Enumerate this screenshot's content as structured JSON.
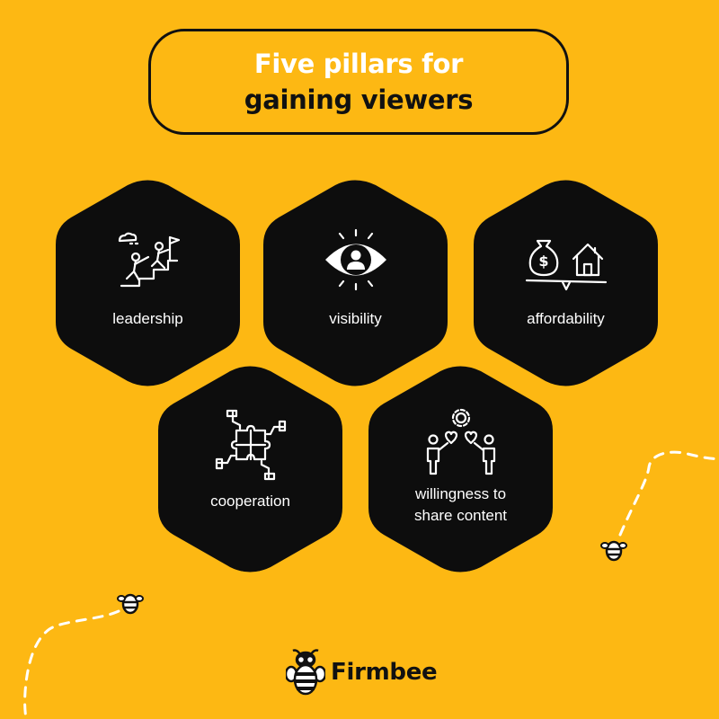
{
  "header": {
    "title_line1": "Five pillars for",
    "title_line2": "gaining viewers"
  },
  "pillars": [
    {
      "label": "leadership",
      "icon": "climbing-team-flag-icon"
    },
    {
      "label": "visibility",
      "icon": "eye-person-icon"
    },
    {
      "label": "affordability",
      "icon": "balance-money-house-icon"
    },
    {
      "label": "cooperation",
      "icon": "puzzle-hands-icon"
    },
    {
      "label_line1": "willingness to",
      "label_line2": "share content",
      "icon": "people-sharing-hearts-gear-icon"
    }
  ],
  "brand": {
    "name": "Firmbee",
    "logo_icon": "bee-logo-icon"
  },
  "colors": {
    "background": "#FDB813",
    "hexagon": "#0D0D0D",
    "title_primary": "#FFFFFF",
    "title_secondary": "#111111",
    "label": "#FFFFFF"
  }
}
